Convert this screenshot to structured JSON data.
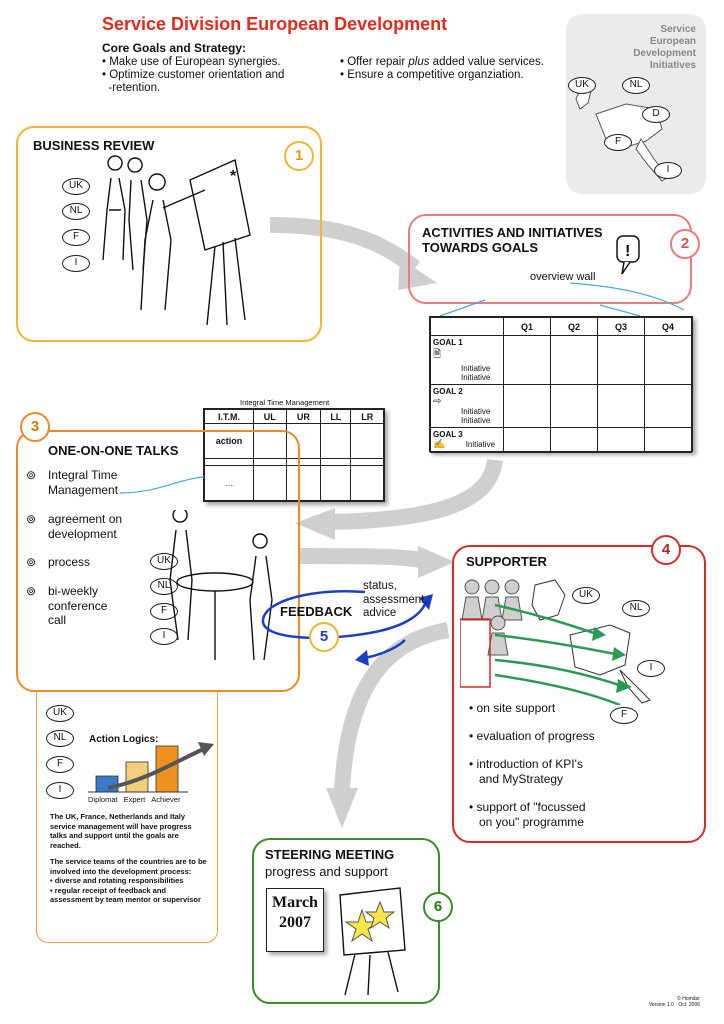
{
  "header": {
    "title": "Service Division European Development",
    "goals_heading": "Core Goals and Strategy:",
    "goals_left": [
      "• Make use of European synergies.",
      "• Optimize customer orientation and",
      "  -retention."
    ],
    "goals_right_prefix": "• Offer repair ",
    "goals_right_italic": "plus",
    "goals_right_suffix": " added value services.",
    "goals_right_2": "• Ensure a competitive organziation."
  },
  "map_card": {
    "title_lines": [
      "Service",
      "European",
      "Development",
      "Initiatives"
    ],
    "countries": [
      "UK",
      "NL",
      "D",
      "F",
      "I"
    ]
  },
  "box1": {
    "title": "BUSINESS REVIEW",
    "number": "1",
    "countries": [
      "UK",
      "NL",
      "F",
      "I"
    ],
    "star": "*"
  },
  "box2": {
    "title_lines": [
      "ACTIVITIES AND INITIATIVES",
      "TOWARDS GOALS"
    ],
    "number": "2",
    "overview_label": "overview wall"
  },
  "goals_table": {
    "columns": [
      "",
      "Q1",
      "Q2",
      "Q3",
      "Q4"
    ],
    "rows": [
      {
        "goal": "GOAL 1",
        "items": [
          "Initiative",
          "Initiative"
        ]
      },
      {
        "goal": "GOAL 2",
        "items": [
          "Initiative",
          "Initiative"
        ]
      },
      {
        "goal": "GOAL 3",
        "items": [
          "Initiative"
        ]
      }
    ]
  },
  "itm_table": {
    "caption": "Integral Time Management",
    "columns": [
      "I.T.M.",
      "UL",
      "UR",
      "LL",
      "LR"
    ],
    "row1": "action",
    "row3": "…"
  },
  "box3": {
    "title": "ONE-ON-ONE TALKS",
    "number": "3",
    "bullets": [
      [
        "Integral Time",
        "Management"
      ],
      [
        "agreement on",
        "development"
      ],
      [
        "process"
      ],
      [
        "bi-weekly",
        "conference",
        "call"
      ]
    ],
    "countries": [
      "UK",
      "NL",
      "F",
      "I"
    ]
  },
  "feedback": {
    "label": "FEEDBACK",
    "number": "5",
    "notes": [
      "status,",
      "assessment,",
      "advice"
    ]
  },
  "box4": {
    "title": "SUPPORTER",
    "number": "4",
    "countries": [
      "UK",
      "NL",
      "I",
      "F"
    ],
    "bullets": [
      [
        "• on site support"
      ],
      [
        "• evaluation of progress"
      ],
      [
        "• introduction of KPI's",
        "   and MyStrategy"
      ],
      [
        "• support of \"focussed",
        "   on you\" programme"
      ]
    ]
  },
  "bottom_left": {
    "countries": [
      "UK",
      "NL",
      "F",
      "I"
    ],
    "action_logics": "Action Logics:",
    "bar_labels": [
      "Diplomat",
      "Expert",
      "Achiever"
    ],
    "bar_levels": [
      0.35,
      0.65,
      1.0
    ],
    "bar_colors": [
      "#3a78c9",
      "#f2cf7a",
      "#f0901e"
    ],
    "para1": "The UK, France, Netherlands and Italy service management will have progress talks and support until the goals are reached.",
    "para2": "The service teams of the countries are to be involved into the development process:",
    "para2_items": [
      "• diverse and rotating responsibilities",
      "• regular receipt of feedback and assessment by team mentor or supervisor"
    ]
  },
  "box6": {
    "title": "STEERING MEETING",
    "subtitle": "progress and support",
    "number": "6",
    "calendar": [
      "March",
      "2007"
    ]
  },
  "footer": {
    "lines": [
      "© Homdar",
      "Version 1.0  ·  Oct. 2006"
    ]
  },
  "colors": {
    "title_red": "#e32a1c",
    "box1": "#f2b534",
    "box2": "#e87b7b",
    "box3": "#e98a2c",
    "box4": "#d62b2b",
    "box6": "#3c8a2c",
    "feedback_blue": "#1a3fc6",
    "arrow_gray": "#c8c8c8",
    "map_arrows": "#2a9a55",
    "star": "#f5e64a"
  }
}
